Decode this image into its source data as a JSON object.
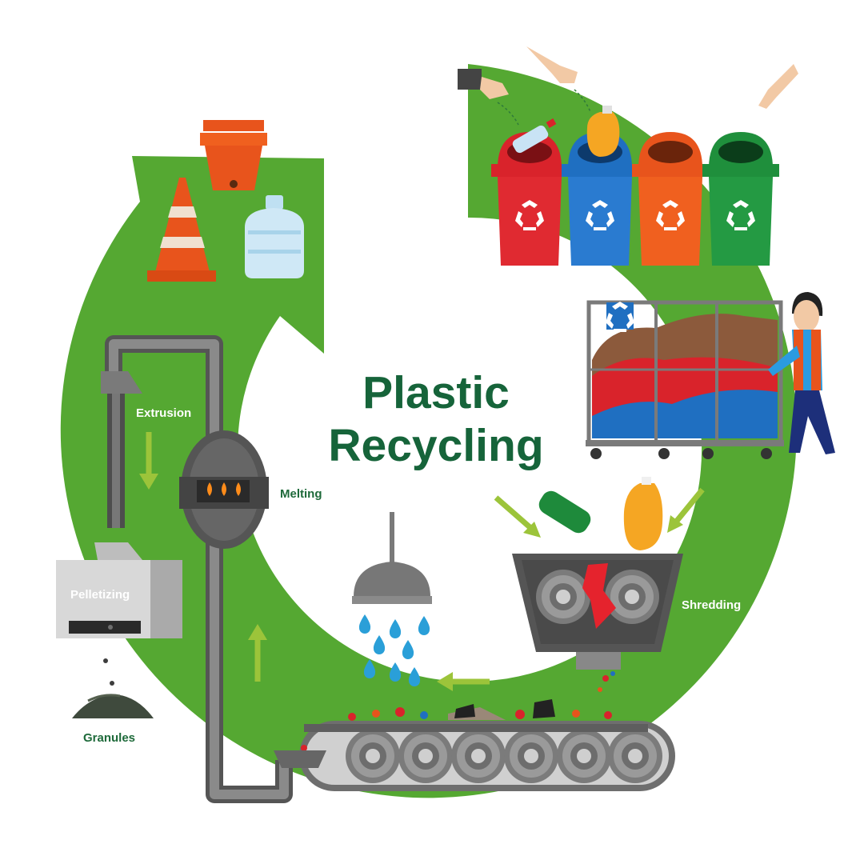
{
  "title": {
    "line1": "Plastic",
    "line2": "Recycling"
  },
  "labels": {
    "extrusion": "Extrusion",
    "melting": "Melting",
    "pelletizing": "Pelletizing",
    "granules": "Granules",
    "washing": "Washing",
    "shredding": "Shredding"
  },
  "colors": {
    "ring_green": "#55a832",
    "title_green": "#16643a",
    "bin_red": "#d9232b",
    "bin_blue": "#1f6fc1",
    "bin_orange": "#e8541c",
    "bin_green": "#1f8f3c",
    "machine_gray": "#666666"
  },
  "icons": [
    "traffic-cone-icon",
    "flower-pot-icon",
    "water-jug-icon",
    "recycling-bin-icon",
    "recycle-symbol-icon",
    "bottle-icon",
    "detergent-bottle-icon",
    "hand-icon",
    "worker-icon",
    "cage-cart-icon",
    "shredder-icon",
    "shower-head-icon",
    "water-drop-icon",
    "conveyor-belt-icon",
    "melting-furnace-icon",
    "fire-icon",
    "pelletizer-icon",
    "granules-pile-icon",
    "arrow-icon"
  ]
}
